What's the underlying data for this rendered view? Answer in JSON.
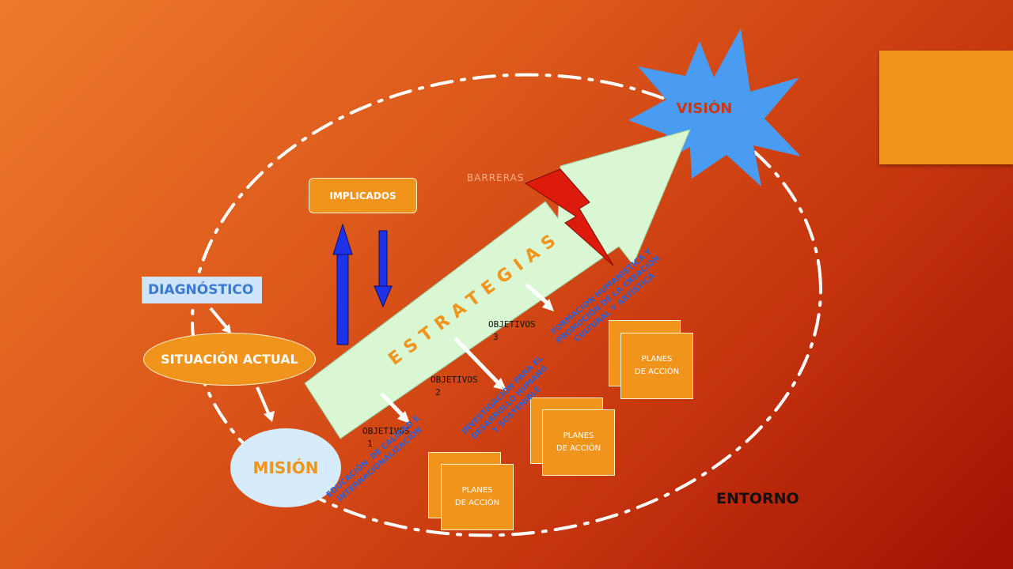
{
  "diagram": {
    "vision": "VISIÓN",
    "barreras": "BARRERAS",
    "implicados": "IMPLICADOS",
    "diagnostico": "DIAGNÓSTICO",
    "situacion_actual": "SITUACIÓN ACTUAL",
    "mision": "MISIÓN",
    "estrategias": "ESTRATEGIAS",
    "entorno": "ENTORNO",
    "objetivos": [
      {
        "line1": "OBJETIVOS",
        "line2": "1"
      },
      {
        "line1": "OBJETIVOS",
        "line2": "2"
      },
      {
        "line1": "OBJETIVOS",
        "line2": "3"
      }
    ],
    "planes": [
      {
        "line1": "PLANES",
        "line2": "DE ACCIÓN"
      },
      {
        "line1": "PLANES",
        "line2": "DE ACCIÓN"
      },
      {
        "line1": "PLANES",
        "line2": "DE ACCIÓN"
      }
    ],
    "diagonal_texts": [
      "EDUCACIÓN  DE CALIDAD E\nINTERNACIONALIZACIÓN",
      "INVESTIGACIÓN PARA EL\nDESARROLLO HUMANO\nY SOSTENIBLE",
      "FORMACIÓN HUMANÍSTICA Y\nPROMOCIÓN DE LA CREACIÓN\nCULTURAL Y ARTÍSTICA"
    ]
  },
  "colors": {
    "accent_orange": "#f0941c",
    "vision_blue": "#4a9cf2",
    "strategy_green": "#d8f7d2",
    "barrier_red": "#dd1b0c",
    "arrow_blue": "#1e32e8",
    "text_blue": "#2a62d8"
  },
  "icons": [
    "vision-starburst",
    "barrier-lightning-icon",
    "up-arrow-icon",
    "down-arrow-icon"
  ]
}
